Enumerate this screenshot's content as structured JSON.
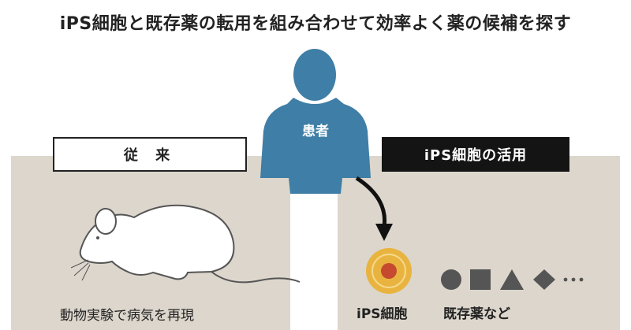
{
  "title": "iPS細胞と既存薬の転用を組み合わせて効率よく薬の候補を探す",
  "patient_label": "患者",
  "conventional_label": "従 来",
  "ips_label": "iPS細胞の活用",
  "captions": {
    "animal_experiment": "動物実験で病気を再現",
    "ips_cell": "iPS細胞",
    "existing_drugs": "既存薬など"
  },
  "icons": [
    "person-icon",
    "mouse-icon",
    "arrow-icon",
    "cell-icon",
    "circle-icon",
    "square-icon",
    "triangle-icon",
    "diamond-icon",
    "ellipsis-icon"
  ],
  "colors": {
    "panel": "#dcd6cc",
    "patient": "#3f7ea6",
    "cell_outer": "#e8b43f",
    "cell_inner": "#c64a2f",
    "shapes": "#555555",
    "label_dark": "#141414"
  }
}
